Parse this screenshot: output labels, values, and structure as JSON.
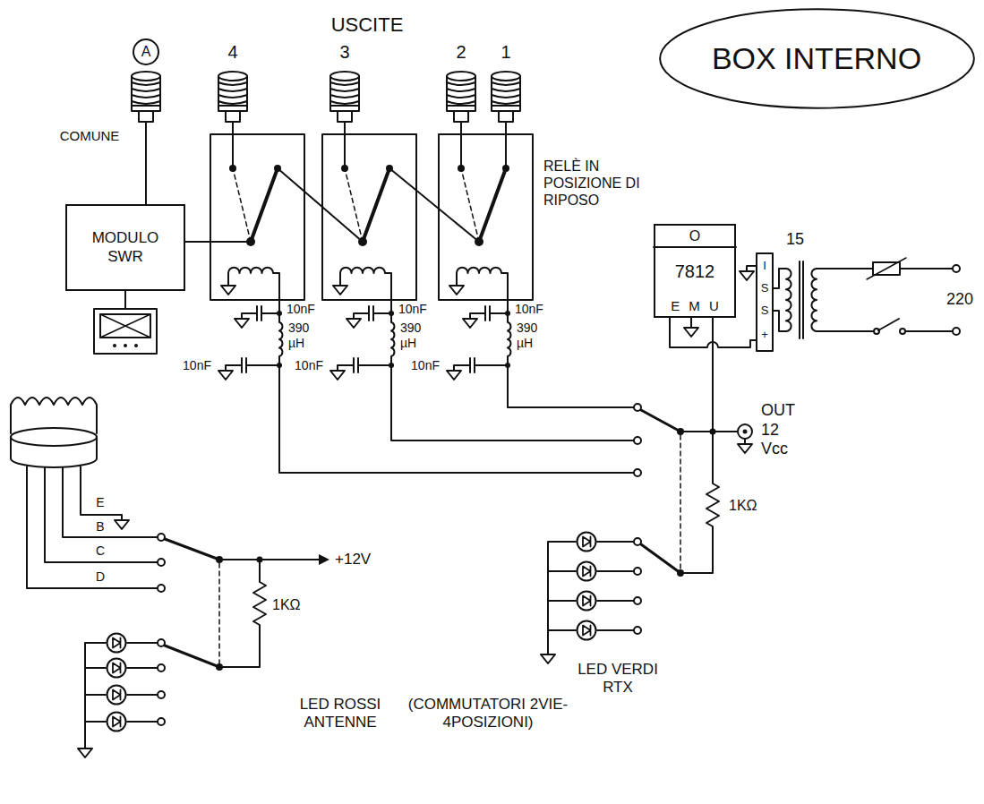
{
  "diagram": {
    "nodes": [
      {
        "text": [
          "BOX INTERNO"
        ]
      },
      {
        "text": [
          "MODULO SWR"
        ]
      },
      {
        "text": [
          "O",
          "7812",
          "E M U"
        ]
      }
    ],
    "labels": [
      "USCITE",
      "A",
      "COMUNE",
      "4",
      "3",
      "2",
      "1",
      "RELÈ IN POSIZIONE DI RIPOSO",
      "15",
      "I",
      "S",
      "S",
      "+",
      "220",
      "OUT 12 Vcc",
      "10nF",
      "390 µH",
      "10nF",
      "10nF",
      "390 µH",
      "10nF",
      "10nF",
      "390 µH",
      "10nF",
      "1KΩ",
      "E",
      "B",
      "C",
      "D",
      "+12V",
      "1KΩ",
      "LED ROSSI ANTENNE",
      "LED VERDI RTX",
      "(COMMUTATORI 2VIE-4POSIZIONI)"
    ]
  }
}
